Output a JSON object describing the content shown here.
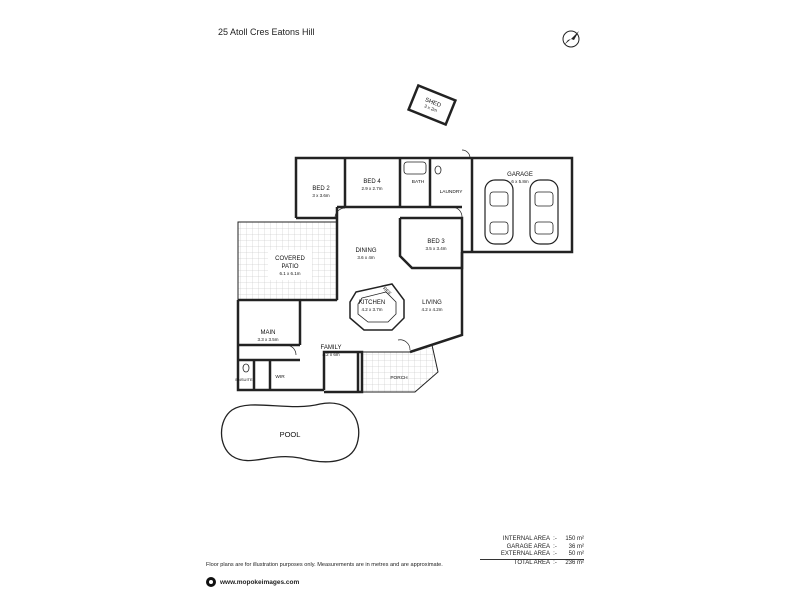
{
  "header": {
    "address": "25 Atoll Cres Eatons Hill"
  },
  "rooms": {
    "shed": {
      "name": "SHED",
      "size": "3 x 2m"
    },
    "bed2": {
      "name": "BED 2",
      "size": "3 x 3.6m"
    },
    "bed4": {
      "name": "BED 4",
      "size": "2.9 x 2.7m"
    },
    "bath": {
      "name": "BATH"
    },
    "laundry": {
      "name": "LAUNDRY"
    },
    "garage": {
      "name": "GARAGE",
      "size": "6 x 5.8m"
    },
    "patio": {
      "name1": "COVERED",
      "name2": "PATIO",
      "size": "6.1 x 6.1m"
    },
    "dining": {
      "name": "DINING",
      "size": "3.6 x 4m"
    },
    "bed3": {
      "name": "BED 3",
      "size": "3.5 x 3.4m"
    },
    "kitchen": {
      "name": "KITCHEN",
      "size": "4.2 x 3.7m"
    },
    "living": {
      "name": "LIVING",
      "size": "4.2 x 4.2m"
    },
    "main": {
      "name": "MAIN",
      "size": "3.3 x 3.5m"
    },
    "family": {
      "name": "FAMILY",
      "size": "4.2 x 6m"
    },
    "ensuite": {
      "name": "ENSUITE"
    },
    "wir": {
      "name": "WIR"
    },
    "porch": {
      "name": "PORCH"
    },
    "pool": {
      "name": "POOL"
    },
    "ref": {
      "name": "REF"
    }
  },
  "areas": [
    {
      "label": "INTERNAL AREA",
      "sep": ":-",
      "value": "150 m²"
    },
    {
      "label": "GARAGE AREA",
      "sep": ":-",
      "value": "36 m²"
    },
    {
      "label": "EXTERNAL AREA",
      "sep": ":-",
      "value": "50 m²"
    },
    {
      "label": "TOTAL AREA",
      "sep": ":-",
      "value": "236 m²"
    }
  ],
  "footer": {
    "disclaimer": "Floor plans are for illustration purposes only. Measurements are in metres and are approximate.",
    "website": "www.mopokeimages.com"
  }
}
